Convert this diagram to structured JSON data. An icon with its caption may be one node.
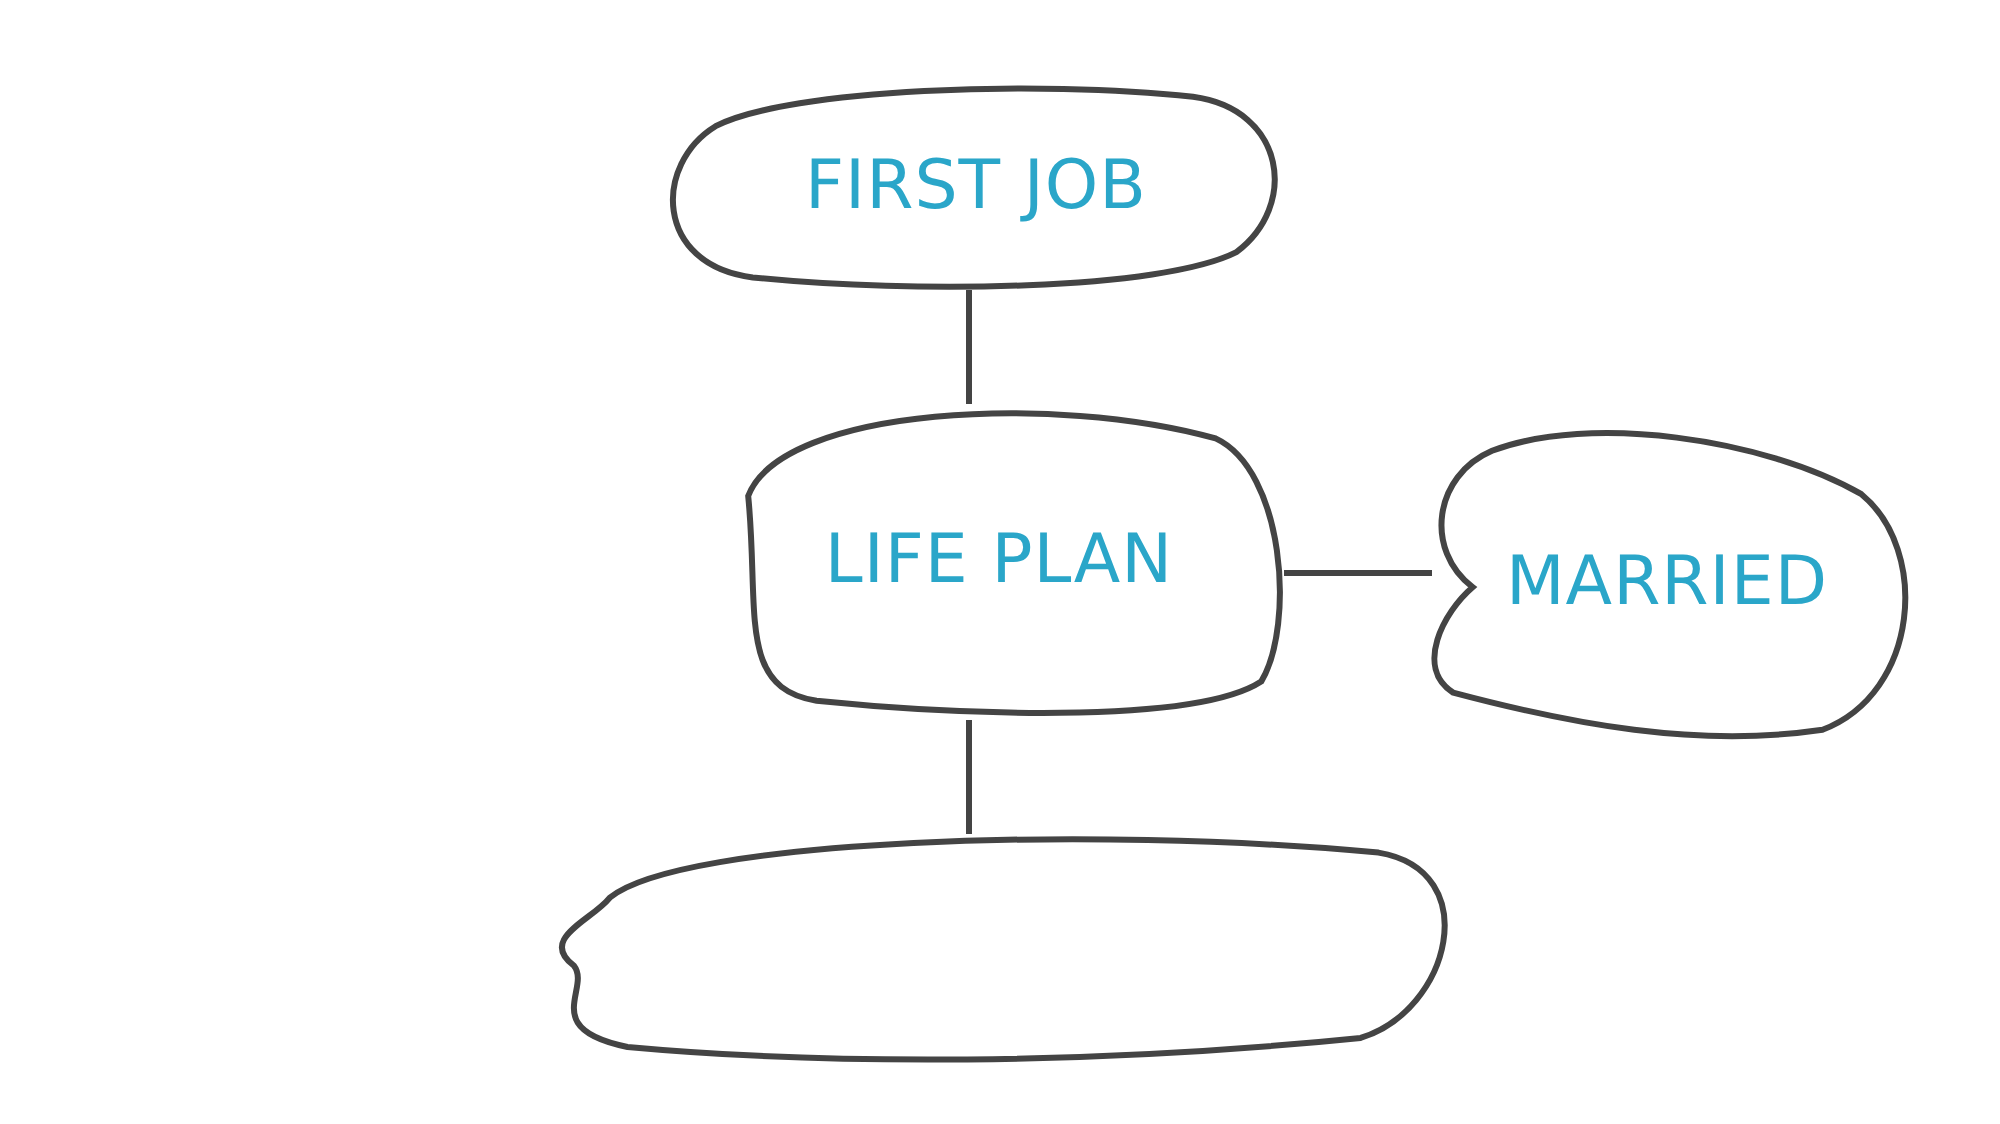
{
  "diagram": {
    "nodes": [
      {
        "text": [
          "FIRST JOB"
        ]
      },
      {
        "text": [
          "LIFE PLAN"
        ]
      },
      {
        "text": [
          "MARRIED"
        ]
      },
      {
        "text": [],
        "shape": "blob"
      }
    ],
    "edges": [
      {
        "from": 0,
        "to": 1,
        "arrow": "none"
      },
      {
        "from": 1,
        "to": 2,
        "arrow": "none"
      },
      {
        "from": 1,
        "to": 3,
        "arrow": "none"
      }
    ]
  }
}
